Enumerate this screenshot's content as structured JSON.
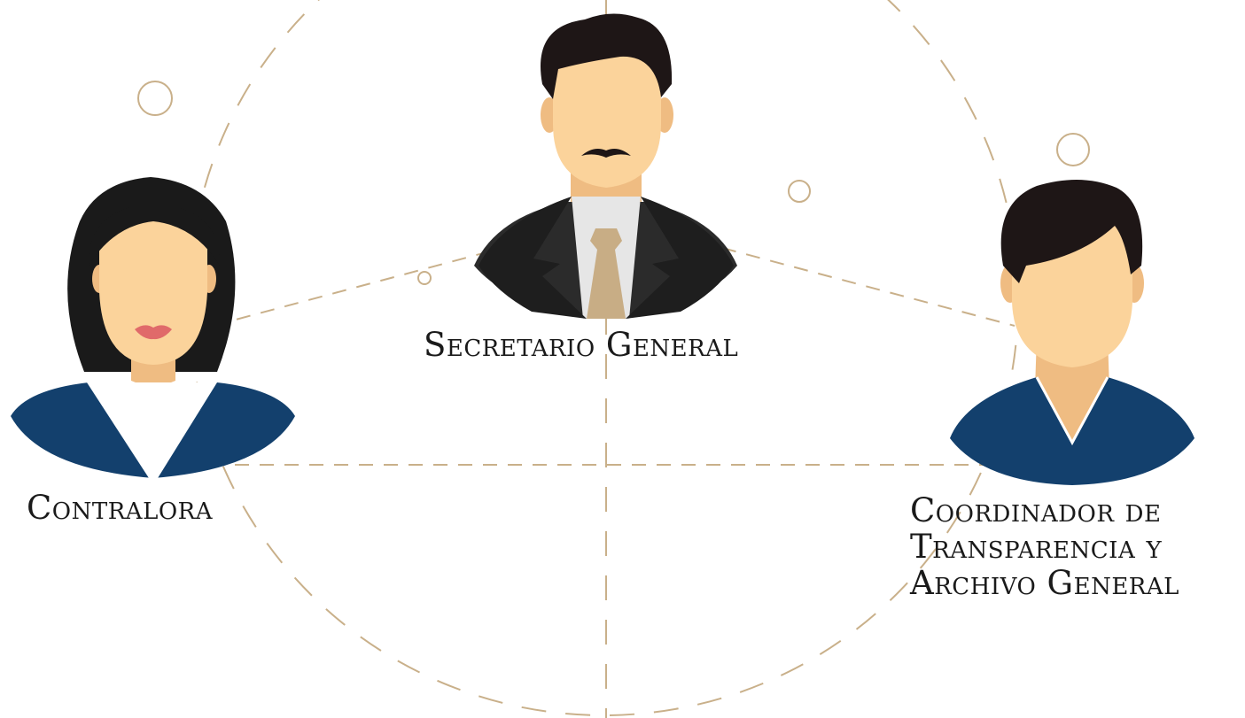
{
  "colors": {
    "line": "#c9b08a",
    "skin": "#fbd39b",
    "skin_shadow": "#efbc82",
    "hair": "#1e1616",
    "female_hair": "#1a1a1a",
    "suit_dark": "#2b2b2b",
    "suit_light": "#3a3a3a",
    "shirt": "#e6e6e6",
    "tie": "#c8ad85",
    "blue": "#13406d",
    "lips": "#e06a6a"
  },
  "roles": {
    "secretario": {
      "label": "Secretario General",
      "icon": "male-suit-avatar-icon"
    },
    "contralora": {
      "label": "Contralora",
      "icon": "female-avatar-icon"
    },
    "coordinador": {
      "lines": [
        "Coordinador de",
        "Transparencia y",
        "Archivo General"
      ],
      "icon": "male-avatar-icon"
    }
  }
}
